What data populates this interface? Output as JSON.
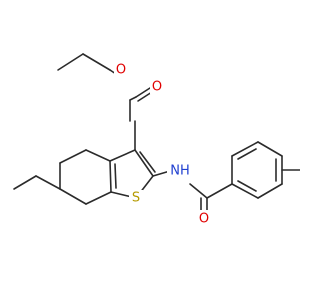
{
  "molecule": {
    "atoms": {
      "o_ether": {
        "text": "O",
        "color": "#e00000"
      },
      "o_carbonyl_ester": {
        "text": "O",
        "color": "#e00000"
      },
      "nh": {
        "text": "NH",
        "color": "#1f3fd0"
      },
      "s": {
        "text": "S",
        "color": "#b59a00"
      },
      "o_carbonyl_amide": {
        "text": "O",
        "color": "#e00000"
      }
    },
    "colors": {
      "bond": "#2b2b2b",
      "background": "#ffffff"
    }
  }
}
